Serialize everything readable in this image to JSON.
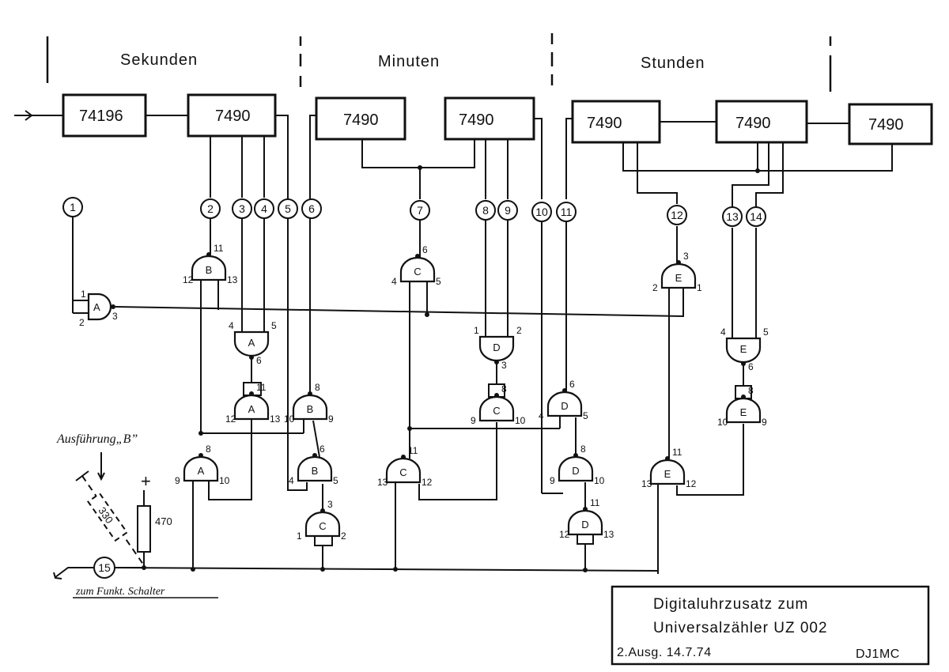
{
  "sections": {
    "seconds": "Sekunden",
    "minutes": "Minuten",
    "hours": "Stunden"
  },
  "chips": {
    "c1": "74196",
    "c2": "7490",
    "c3": "7490",
    "c4": "7490",
    "c5": "7490",
    "c6": "7490",
    "c7": "7490"
  },
  "nodes": [
    "1",
    "2",
    "3",
    "4",
    "5",
    "6",
    "7",
    "8",
    "9",
    "10",
    "11",
    "12",
    "13",
    "14",
    "15"
  ],
  "gates": {
    "A1": {
      "label": "A",
      "pins": [
        "1",
        "2",
        "3"
      ]
    },
    "A2": {
      "label": "A",
      "pins": [
        "4",
        "5",
        "6"
      ]
    },
    "A3": {
      "label": "A",
      "pins": [
        "12",
        "13",
        "11"
      ]
    },
    "A4": {
      "label": "A",
      "pins": [
        "9",
        "10",
        "8"
      ]
    },
    "B1": {
      "label": "B",
      "pins": [
        "12",
        "13",
        "11"
      ]
    },
    "B2": {
      "label": "B",
      "pins": [
        "10",
        "9",
        "8"
      ]
    },
    "B3": {
      "label": "B",
      "pins": [
        "4",
        "5",
        "6"
      ]
    },
    "C1": {
      "label": "C",
      "pins": [
        "4",
        "5",
        "6"
      ]
    },
    "C2": {
      "label": "C",
      "pins": [
        "9",
        "10",
        "8"
      ]
    },
    "C3": {
      "label": "C",
      "pins": [
        "13",
        "12",
        "11"
      ]
    },
    "C4": {
      "label": "C",
      "pins": [
        "1",
        "2",
        "3"
      ]
    },
    "D1": {
      "label": "D",
      "pins": [
        "1",
        "2",
        "3"
      ]
    },
    "D2": {
      "label": "D",
      "pins": [
        "4",
        "5",
        "6"
      ]
    },
    "D3": {
      "label": "D",
      "pins": [
        "9",
        "10",
        "8"
      ]
    },
    "D4": {
      "label": "D",
      "pins": [
        "12",
        "13",
        "11"
      ]
    },
    "E1": {
      "label": "E",
      "pins": [
        "2",
        "1",
        "3"
      ]
    },
    "E2": {
      "label": "E",
      "pins": [
        "4",
        "5",
        "6"
      ]
    },
    "E3": {
      "label": "E",
      "pins": [
        "10",
        "9",
        "8"
      ]
    },
    "E4": {
      "label": "E",
      "pins": [
        "13",
        "12",
        "11"
      ]
    }
  },
  "components": {
    "resistor_fixed": "470",
    "resistor_dashed": "330",
    "plus": "+"
  },
  "annotations": {
    "variant": "Ausführung„B”",
    "to_switch": "zum Funkt. Schalter"
  },
  "title_block": {
    "line1": "Digitaluhrzusatz zum",
    "line2": "Universalzähler UZ 002",
    "edition": "2.Ausg. 14.7.74",
    "author": "DJ1MC"
  }
}
